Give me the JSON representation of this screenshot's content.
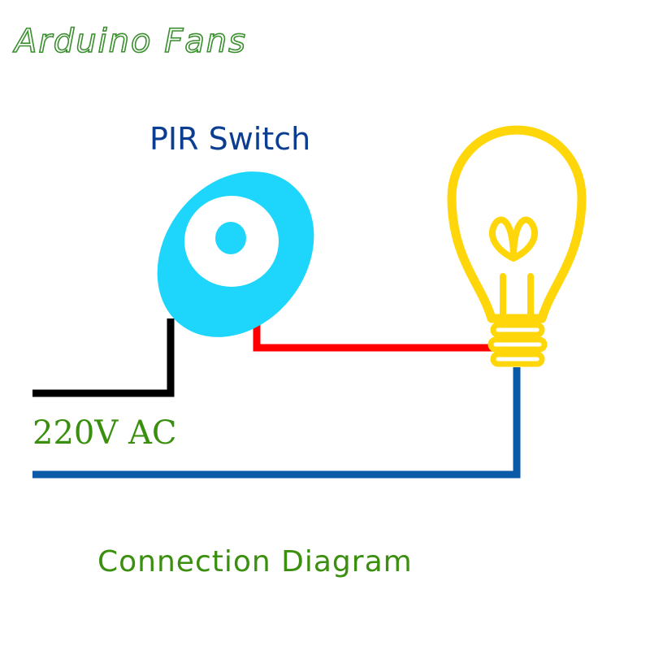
{
  "brand": {
    "text": "Arduino Fans"
  },
  "diagram": {
    "switch_label": "PIR Switch",
    "supply_label": "220V AC",
    "caption": "Connection Diagram"
  },
  "colors": {
    "brand_outline": "#3a8f2e",
    "switch_label": "#0b3e91",
    "supply_label": "#3a8f0e",
    "caption": "#3a8f0e",
    "sensor_body": "#1ed6fb",
    "bulb": "#ffd60a",
    "wire_live": "#ff0000",
    "wire_neutral": "#0a5aa8",
    "wire_input": "#000000"
  },
  "icons": {
    "sensor": "pir-sensor-icon",
    "bulb": "light-bulb-icon"
  }
}
